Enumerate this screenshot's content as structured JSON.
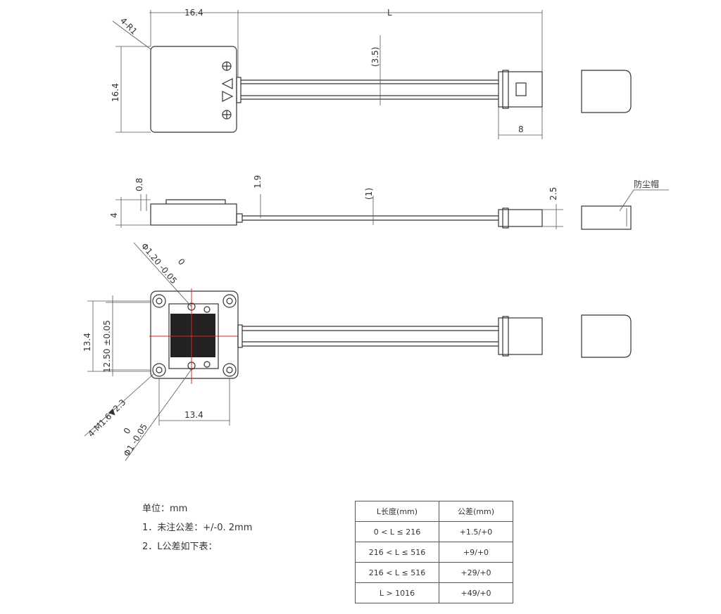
{
  "drawing": {
    "top_view": {
      "radius": "4-R1",
      "width": "16.4",
      "length": "L",
      "cable_dim": "(3.5)",
      "height": "16.4",
      "connector": "8"
    },
    "side_view": {
      "d1": "0.8",
      "d2": "1.9",
      "thickness": "4",
      "cable": "(1)",
      "connector": "2.5",
      "dust_cap": "防尘帽"
    },
    "bottom_view": {
      "height": "13.4",
      "pitch": "12.50 ±0.05",
      "width": "13.4",
      "screw": "4-M1.6▼2.3",
      "pin1": "Φ1 -0.05",
      "pin1_upper": "0",
      "pin2": "Φ1.20 -0.05",
      "pin2_upper": "0"
    }
  },
  "notes": [
    "单位：mm",
    "1．未注公差：+/-0. 2mm",
    "2．L公差如下表："
  ],
  "table": {
    "headers": [
      "L长度(mm)",
      "公差(mm)"
    ],
    "rows": [
      [
        "0 < L ≤ 216",
        "+1.5/+0"
      ],
      [
        "216 < L ≤ 516",
        "+9/+0"
      ],
      [
        "216 < L ≤ 516",
        "+29/+0"
      ],
      [
        "L > 1016",
        "+49/+0"
      ]
    ]
  }
}
